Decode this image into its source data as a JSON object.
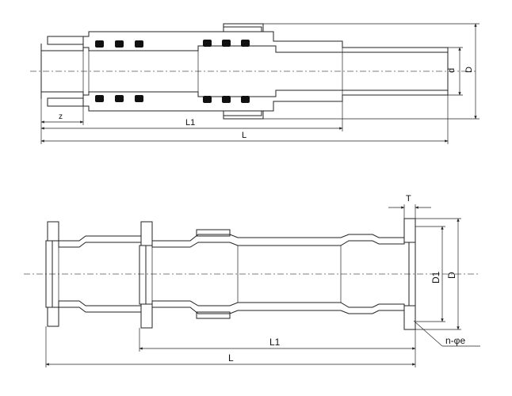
{
  "top_view": {
    "labels": {
      "z": "z",
      "l1": "L1",
      "l": "L",
      "d_small": "d",
      "d_large": "D"
    }
  },
  "bottom_view": {
    "labels": {
      "t": "T",
      "d1": "D1",
      "d_large": "D",
      "l1": "L1",
      "l": "L",
      "holes": "n-φe"
    }
  }
}
